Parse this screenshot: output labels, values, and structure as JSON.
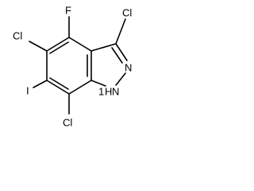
{
  "molecule": {
    "atoms": {
      "f": "F",
      "cl_top_left": "Cl",
      "cl_top_right": "Cl",
      "i": "I",
      "cl_bottom": "Cl",
      "n2": "N",
      "n1h_n": "N",
      "n1h_h": "H",
      "n1h_prefix": "1"
    }
  }
}
